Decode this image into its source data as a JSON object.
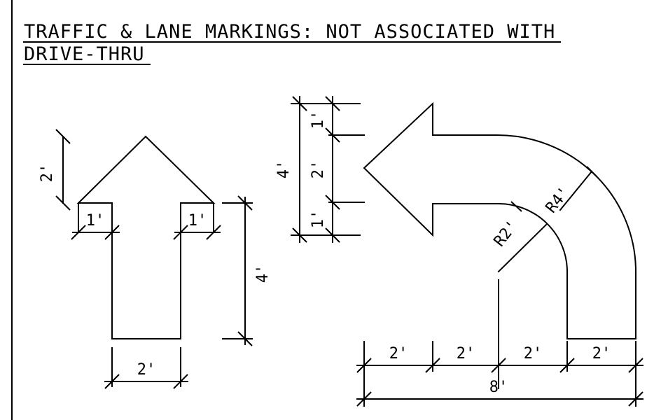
{
  "title": {
    "line1": "TRAFFIC & LANE MARKINGS: NOT ASSOCIATED WITH",
    "line2": "DRIVE-THRU"
  },
  "straight_arrow": {
    "head_height": "2'",
    "head_wing_left": "1'",
    "head_wing_right": "1'",
    "shaft_length": "4'",
    "shaft_width": "2'"
  },
  "turn_arrow": {
    "head_top": "1'",
    "head_total": "4'",
    "shaft_width": "2'",
    "head_bottom": "1'",
    "inner_radius": "R2'",
    "outer_radius": "R4'",
    "seg1": "2'",
    "seg2": "2'",
    "seg3": "2'",
    "seg4": "2'",
    "overall": "8'"
  }
}
